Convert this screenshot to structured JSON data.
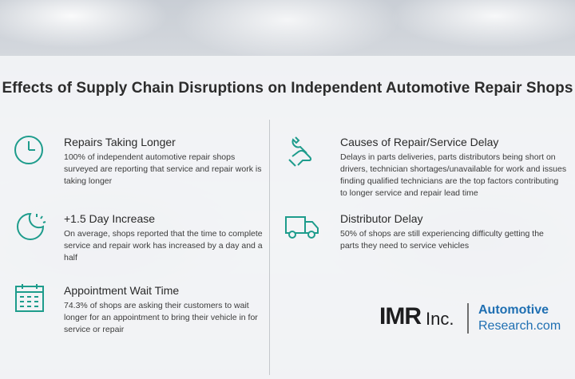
{
  "title": "Effects of Supply Chain Disruptions on Independent Automotive Repair Shops",
  "accent_color": "#1e9c8c",
  "items": [
    {
      "icon": "clock-icon",
      "heading": "Repairs Taking Longer",
      "body": "100% of independent automotive repair shops surveyed are reporting that service and repair work is taking longer"
    },
    {
      "icon": "moon-day-icon",
      "heading": "+1.5 Day Increase",
      "body": "On average, shops reported that the time to complete service and repair work has increased by a day and a half"
    },
    {
      "icon": "calendar-icon",
      "heading": "Appointment Wait Time",
      "body": "74.3% of shops are asking their customers to wait longer for an appointment to bring their vehicle in for service or repair"
    },
    {
      "icon": "wrench-hand-icon",
      "heading": "Causes of Repair/Service Delay",
      "body": "Delays in parts deliveries, parts distributors being short on drivers, technician shortages/unavailable for work and issues finding qualified technicians are the top factors contributing to longer service and repair lead time"
    },
    {
      "icon": "truck-icon",
      "heading": "Distributor Delay",
      "body": "50% of shops are still experiencing difficulty getting the parts they need to service vehicles"
    }
  ],
  "logo": {
    "imr": "IMR",
    "inc": "Inc.",
    "line1": "Automotive",
    "line2": "Research.com"
  }
}
